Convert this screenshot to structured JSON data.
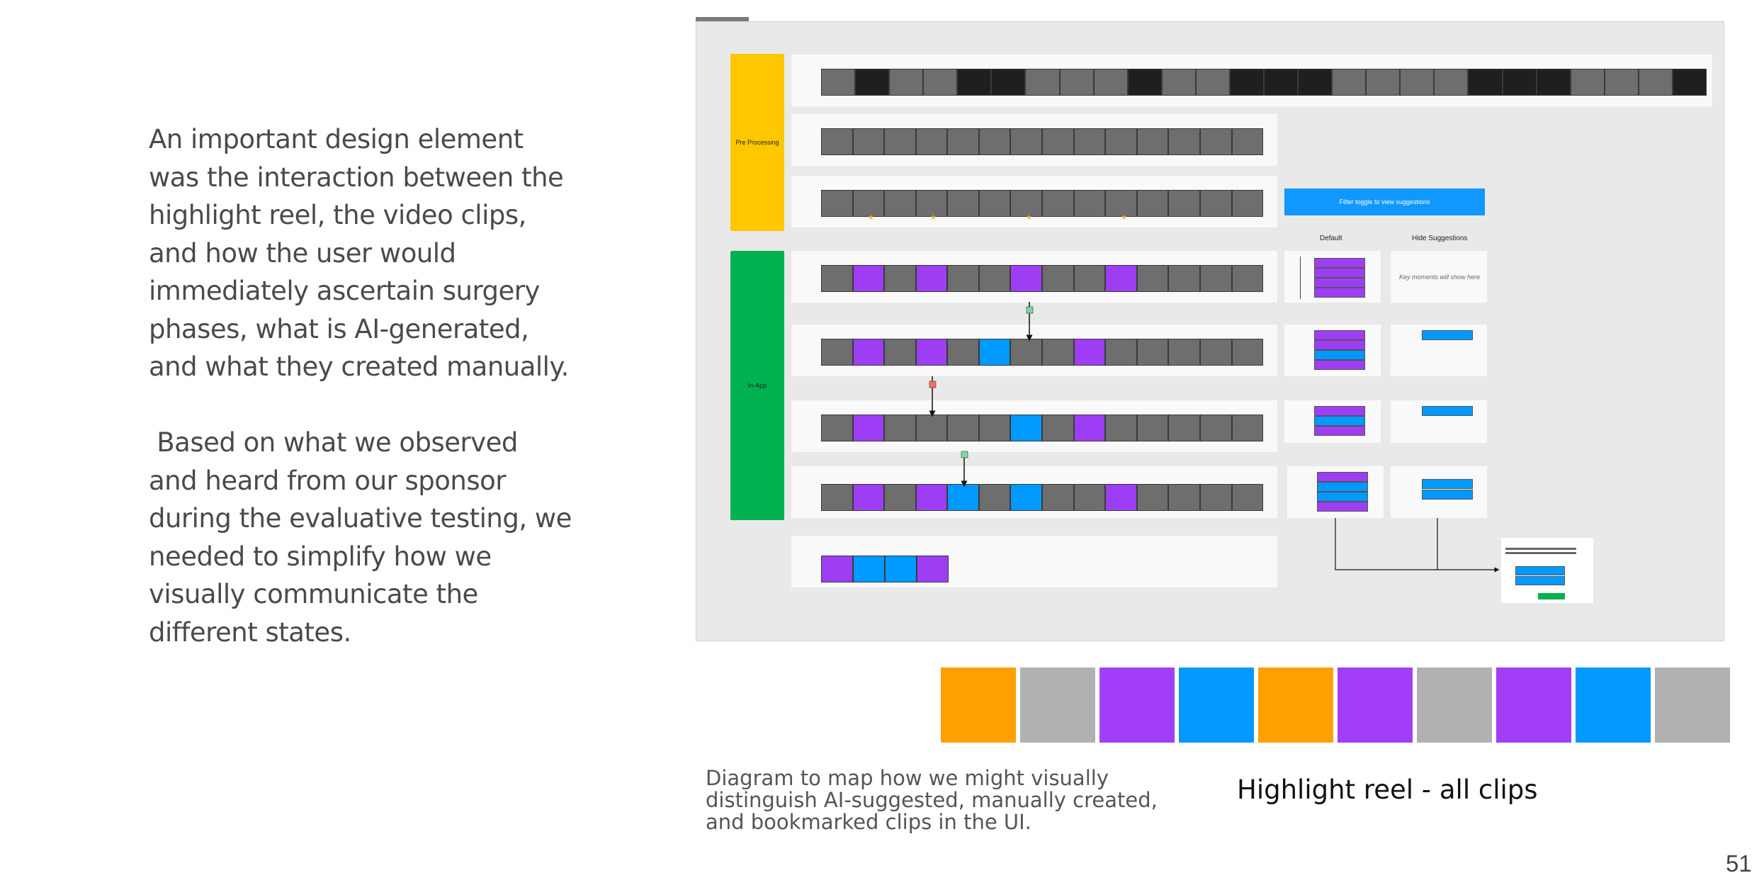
{
  "body_text": {
    "p1": "An important design element was the interaction between the highlight reel, the video clips, and how the user would immediately ascertain surgery phases, what is AI-generated, and what they created manually.",
    "p2": " Based on what we observed and heard from our sponsor during the evaluative testing, we needed to simplify how we visually communicate the different states."
  },
  "diagram": {
    "phases": {
      "pre_processing": "Pre Processing",
      "in_app": "In-App"
    },
    "filter_button": "Filter toggle to view suggestions",
    "column_headers": {
      "default": "Default",
      "hide_suggestions": "Hide Suggestions"
    },
    "key_moments_note": "Key moments will show here",
    "colors": {
      "pre_processing": "#ffc700",
      "in_app": "#00b24f",
      "clip_gray": "#6e6e6e",
      "clip_black": "#1f1f1f",
      "ai_suggested": "#9d3ef5",
      "manual": "#0099ff",
      "canvas": "#e9e9e9",
      "star": "#f6c021"
    }
  },
  "highlight_reel": {
    "label": "Highlight reel - all clips",
    "swatches": [
      "#ffa000",
      "#b1b1b1",
      "#a23ef7",
      "#0499ff",
      "#ffa000",
      "#a23ef7",
      "#b1b1b1",
      "#a23ef7",
      "#0499ff",
      "#b1b1b1"
    ]
  },
  "caption": "Diagram to map how we might visually distinguish AI-suggested, manually created, and bookmarked clips in the UI.",
  "page_number": "51"
}
